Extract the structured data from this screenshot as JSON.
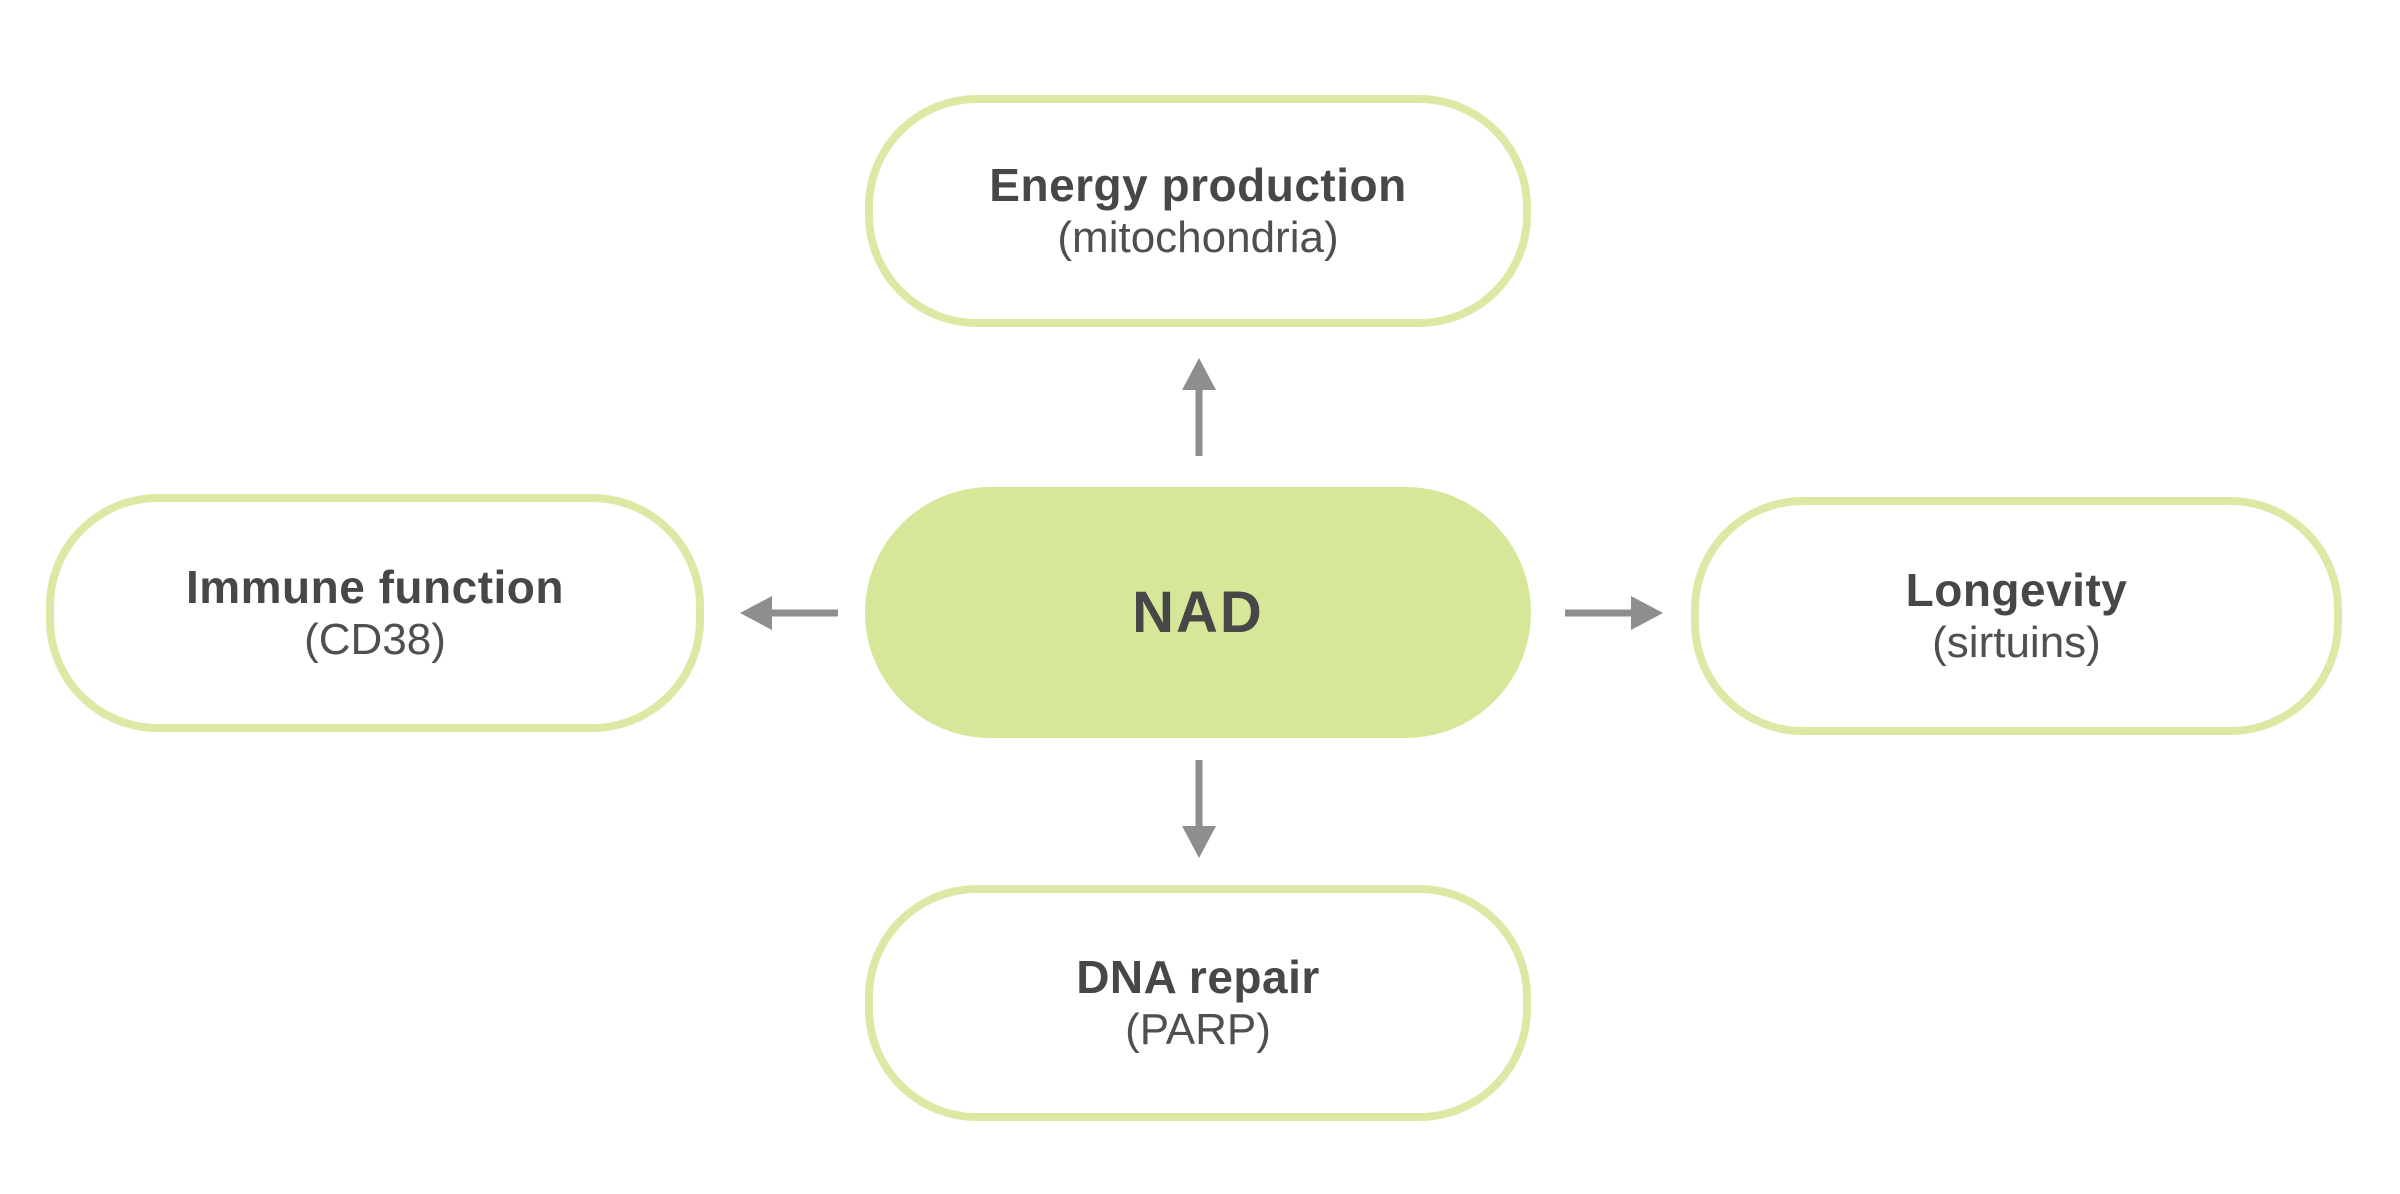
{
  "diagram": {
    "center": {
      "label": "NAD"
    },
    "nodes": {
      "top": {
        "label": "Energy production",
        "sublabel": "(mitochondria)"
      },
      "right": {
        "label": "Longevity",
        "sublabel": "(sirtuins)"
      },
      "bottom": {
        "label": "DNA repair",
        "sublabel": "(PARP)"
      },
      "left": {
        "label": "Immune function",
        "sublabel": "(CD38)"
      }
    },
    "connections": [
      {
        "from": "NAD",
        "to": "Energy production",
        "direction": "up"
      },
      {
        "from": "NAD",
        "to": "Longevity",
        "direction": "right"
      },
      {
        "from": "NAD",
        "to": "DNA repair",
        "direction": "down"
      },
      {
        "from": "NAD",
        "to": "Immune function",
        "direction": "left"
      }
    ],
    "colors": {
      "background": "#ffffff",
      "center_node_fill": "#d6e79a",
      "outer_node_border": "#dce9a4",
      "outer_node_fill": "#ffffff",
      "text": "#4a4a4a",
      "arrow": "#8e8e8e"
    }
  }
}
